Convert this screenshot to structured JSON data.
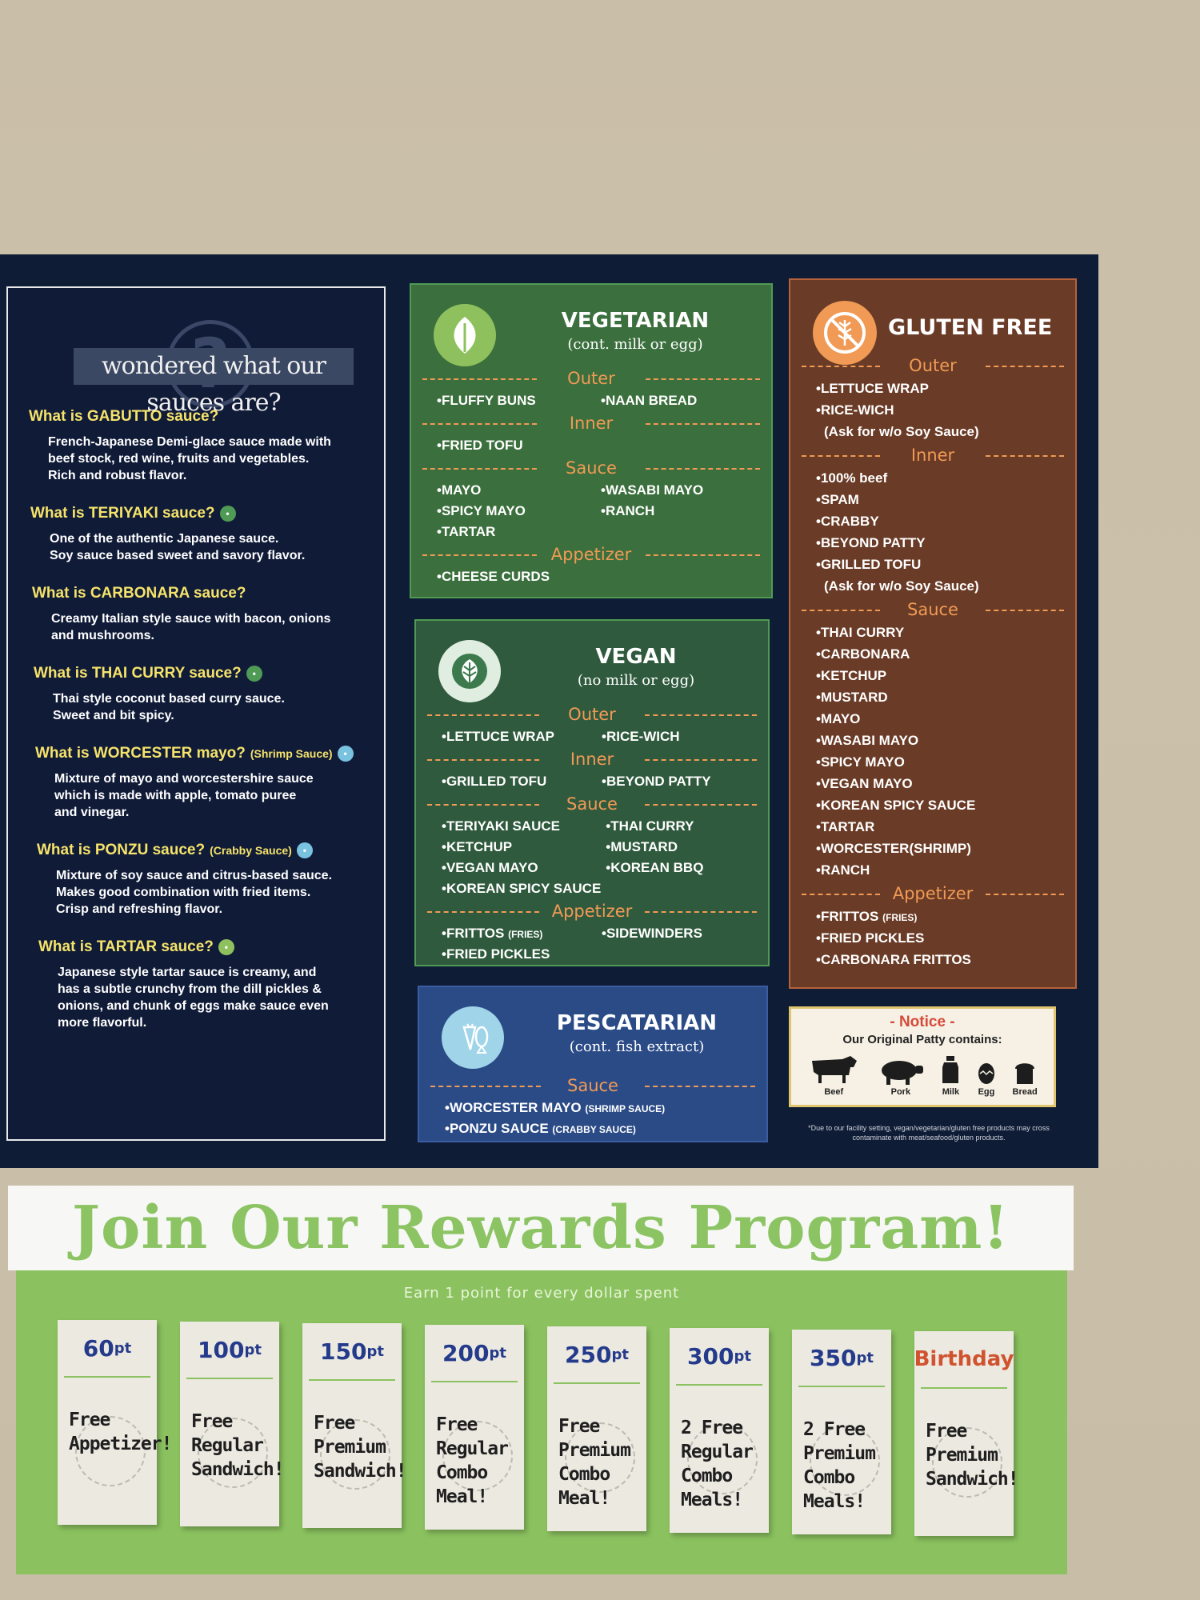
{
  "sauces": {
    "header": "wondered what our sauces are?",
    "items": [
      {
        "title": "What is GABUTTO sauce?",
        "extra": "",
        "desc": "French-Japanese Demi-glace sauce made with\nbeef stock, red wine, fruits and vegetables.\nRich and robust flavor."
      },
      {
        "title": "What is TERIYAKI sauce?",
        "extra": "",
        "desc": "One of the authentic Japanese sauce.\nSoy sauce based sweet and savory flavor."
      },
      {
        "title": "What is CARBONARA sauce?",
        "extra": "",
        "desc": "Creamy Italian style sauce with bacon, onions\nand mushrooms."
      },
      {
        "title": "What is THAI CURRY sauce?",
        "extra": "",
        "desc": "Thai style coconut based curry sauce.\nSweet and bit spicy."
      },
      {
        "title": "What is WORCESTER mayo?",
        "extra": "(Shrimp Sauce)",
        "desc": "Mixture of mayo and worcestershire sauce\nwhich is made with apple, tomato puree\nand vinegar."
      },
      {
        "title": "What is PONZU sauce?",
        "extra": "(Crabby Sauce)",
        "desc": "Mixture of soy sauce and citrus-based sauce.\nMakes good combination with fried items.\nCrisp and refreshing flavor."
      },
      {
        "title": "What is TARTAR sauce?",
        "extra": "",
        "desc": "Japanese style tartar sauce is creamy, and\nhas a subtle crunchy from the dill pickles &\nonions, and chunk of eggs make sauce even\nmore flavorful."
      }
    ]
  },
  "vegetarian": {
    "title": "VEGETARIAN",
    "subtitle": "(cont. milk or egg)",
    "outer_label": "Outer",
    "outer": [
      "•FLUFFY BUNS",
      "•NAAN BREAD"
    ],
    "inner_label": "Inner",
    "inner": [
      "•FRIED TOFU"
    ],
    "sauce_label": "Sauce",
    "sauce": [
      "•MAYO",
      "•WASABI MAYO",
      "•SPICY MAYO",
      "•RANCH",
      "•TARTAR"
    ],
    "appetizer_label": "Appetizer",
    "appetizer": [
      "•CHEESE CURDS"
    ]
  },
  "vegan": {
    "title": "VEGAN",
    "subtitle": "(no milk or egg)",
    "outer_label": "Outer",
    "outer": [
      "•LETTUCE WRAP",
      "•RICE-WICH"
    ],
    "inner_label": "Inner",
    "inner": [
      "•GRILLED TOFU",
      "•BEYOND PATTY"
    ],
    "sauce_label": "Sauce",
    "sauce": [
      "•TERIYAKI SAUCE",
      "•THAI CURRY",
      "•KETCHUP",
      "•MUSTARD",
      "•VEGAN MAYO",
      "•KOREAN BBQ",
      "•KOREAN SPICY SAUCE"
    ],
    "appetizer_label": "Appetizer",
    "appetizer_a": "•FRITTOS",
    "appetizer_a_small": "(FRIES)",
    "appetizer_b": "•SIDEWINDERS",
    "appetizer_c": "•FRIED PICKLES"
  },
  "pescatarian": {
    "title": "PESCATARIAN",
    "subtitle": "(cont. fish extract)",
    "sauce_label": "Sauce",
    "item1": "•WORCESTER MAYO",
    "item1_small": "(SHRIMP SAUCE)",
    "item2": "•PONZU SAUCE",
    "item2_small": "(CRABBY SAUCE)"
  },
  "gluten_free": {
    "title": "GLUTEN FREE",
    "outer_label": "Outer",
    "outer": [
      "•LETTUCE WRAP",
      "•RICE-WICH",
      "  (Ask for w/o Soy Sauce)"
    ],
    "inner_label": "Inner",
    "inner": [
      "•100% beef",
      "•SPAM",
      "•CRABBY",
      "•BEYOND PATTY",
      "•GRILLED TOFU",
      "  (Ask for w/o Soy Sauce)"
    ],
    "sauce_label": "Sauce",
    "sauce": [
      "•THAI CURRY",
      "•CARBONARA",
      "•KETCHUP",
      "•MUSTARD",
      "•MAYO",
      "•WASABI MAYO",
      "•SPICY MAYO",
      "•VEGAN MAYO",
      "•KOREAN SPICY SAUCE",
      "•TARTAR",
      "•WORCESTER(SHRIMP)",
      "•RANCH"
    ],
    "appetizer_label": "Appetizer",
    "app1": "•FRITTOS",
    "app1_small": "(FRIES)",
    "app2": "•FRIED PICKLES",
    "app3": "•CARBONARA FRITTOS"
  },
  "notice": {
    "title": "- Notice -",
    "subtitle": "Our Original Patty contains:",
    "icons": [
      "Beef",
      "Pork",
      "Milk",
      "Egg",
      "Bread"
    ],
    "disclaimer": "*Due to our facility setting, vegan/vegetarian/gluten free products may cross contaminate with meat/seafood/gluten products."
  },
  "rewards": {
    "title": "Join Our Rewards Program!",
    "earn": "Earn 1 point for every dollar spent",
    "cards": [
      {
        "pts": "60",
        "unit": "pt",
        "text": "Free\nAppetizer!"
      },
      {
        "pts": "100",
        "unit": "pt",
        "text": "Free\nRegular\nSandwich!"
      },
      {
        "pts": "150",
        "unit": "pt",
        "text": "Free\nPremium\nSandwich!"
      },
      {
        "pts": "200",
        "unit": "pt",
        "text": "Free\nRegular\nCombo\nMeal!"
      },
      {
        "pts": "250",
        "unit": "pt",
        "text": "Free\nPremium\nCombo\nMeal!"
      },
      {
        "pts": "300",
        "unit": "pt",
        "text": "2 Free\nRegular\nCombo\nMeals!"
      },
      {
        "pts": "350",
        "unit": "pt",
        "text": "2 Free\nPremium\nCombo\nMeals!"
      },
      {
        "pts": "Birthday",
        "unit": "",
        "text": "Free\nPremium\nSandwich!"
      }
    ]
  },
  "colors": {
    "board": "#0f1c36",
    "vegetarian": "#3b6f3d",
    "vegan": "#2f5a3d",
    "pescatarian": "#2b4b87",
    "gluten_free": "#6a3b26",
    "accent": "#f09a55",
    "rewards_green": "#8bc25f"
  }
}
